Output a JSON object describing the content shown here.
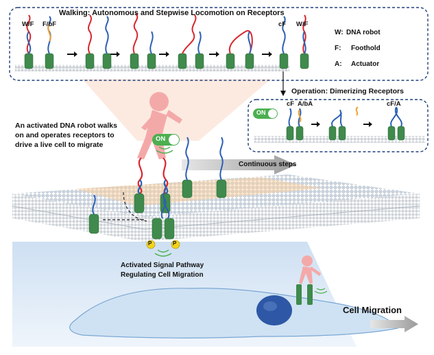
{
  "walking_panel": {
    "title": "Walking: Autonomous and Stepwise Locomotion on Receptors",
    "strand_labels": [
      "W/F",
      "F/bF",
      "cF",
      "W/F"
    ]
  },
  "legend": [
    {
      "key": "W:",
      "text": "DNA robot"
    },
    {
      "key": "F:",
      "text": "Foothold"
    },
    {
      "key": "A:",
      "text": "Actuator"
    }
  ],
  "operation_panel": {
    "title": "Operation: Dimerizing Receptors",
    "switch_label": "ON",
    "strand_labels": [
      "cF",
      "A/bA",
      "cF/A"
    ]
  },
  "main": {
    "description_lines": [
      "An activated DNA robot walks",
      "on and operates receptors to",
      "drive a live cell to migrate"
    ],
    "switch_label": "ON",
    "continuous_label": "Continuous steps",
    "phospho_label": "P",
    "signal_lines": [
      "Activated Signal Pathway",
      "Regulating Cell Migration"
    ],
    "migration_label": "Cell Migration"
  },
  "colors": {
    "panel_border": "#1f3f7a",
    "robot_strand": "#d8262c",
    "foothold_strand": "#2b5fb4",
    "receptor": "#3f8a4c",
    "robot_figure": "#f2a6a6",
    "switch_green": "#4caf50",
    "membrane_orange": "#f6d6b4",
    "cell": "#3f6fb5"
  }
}
